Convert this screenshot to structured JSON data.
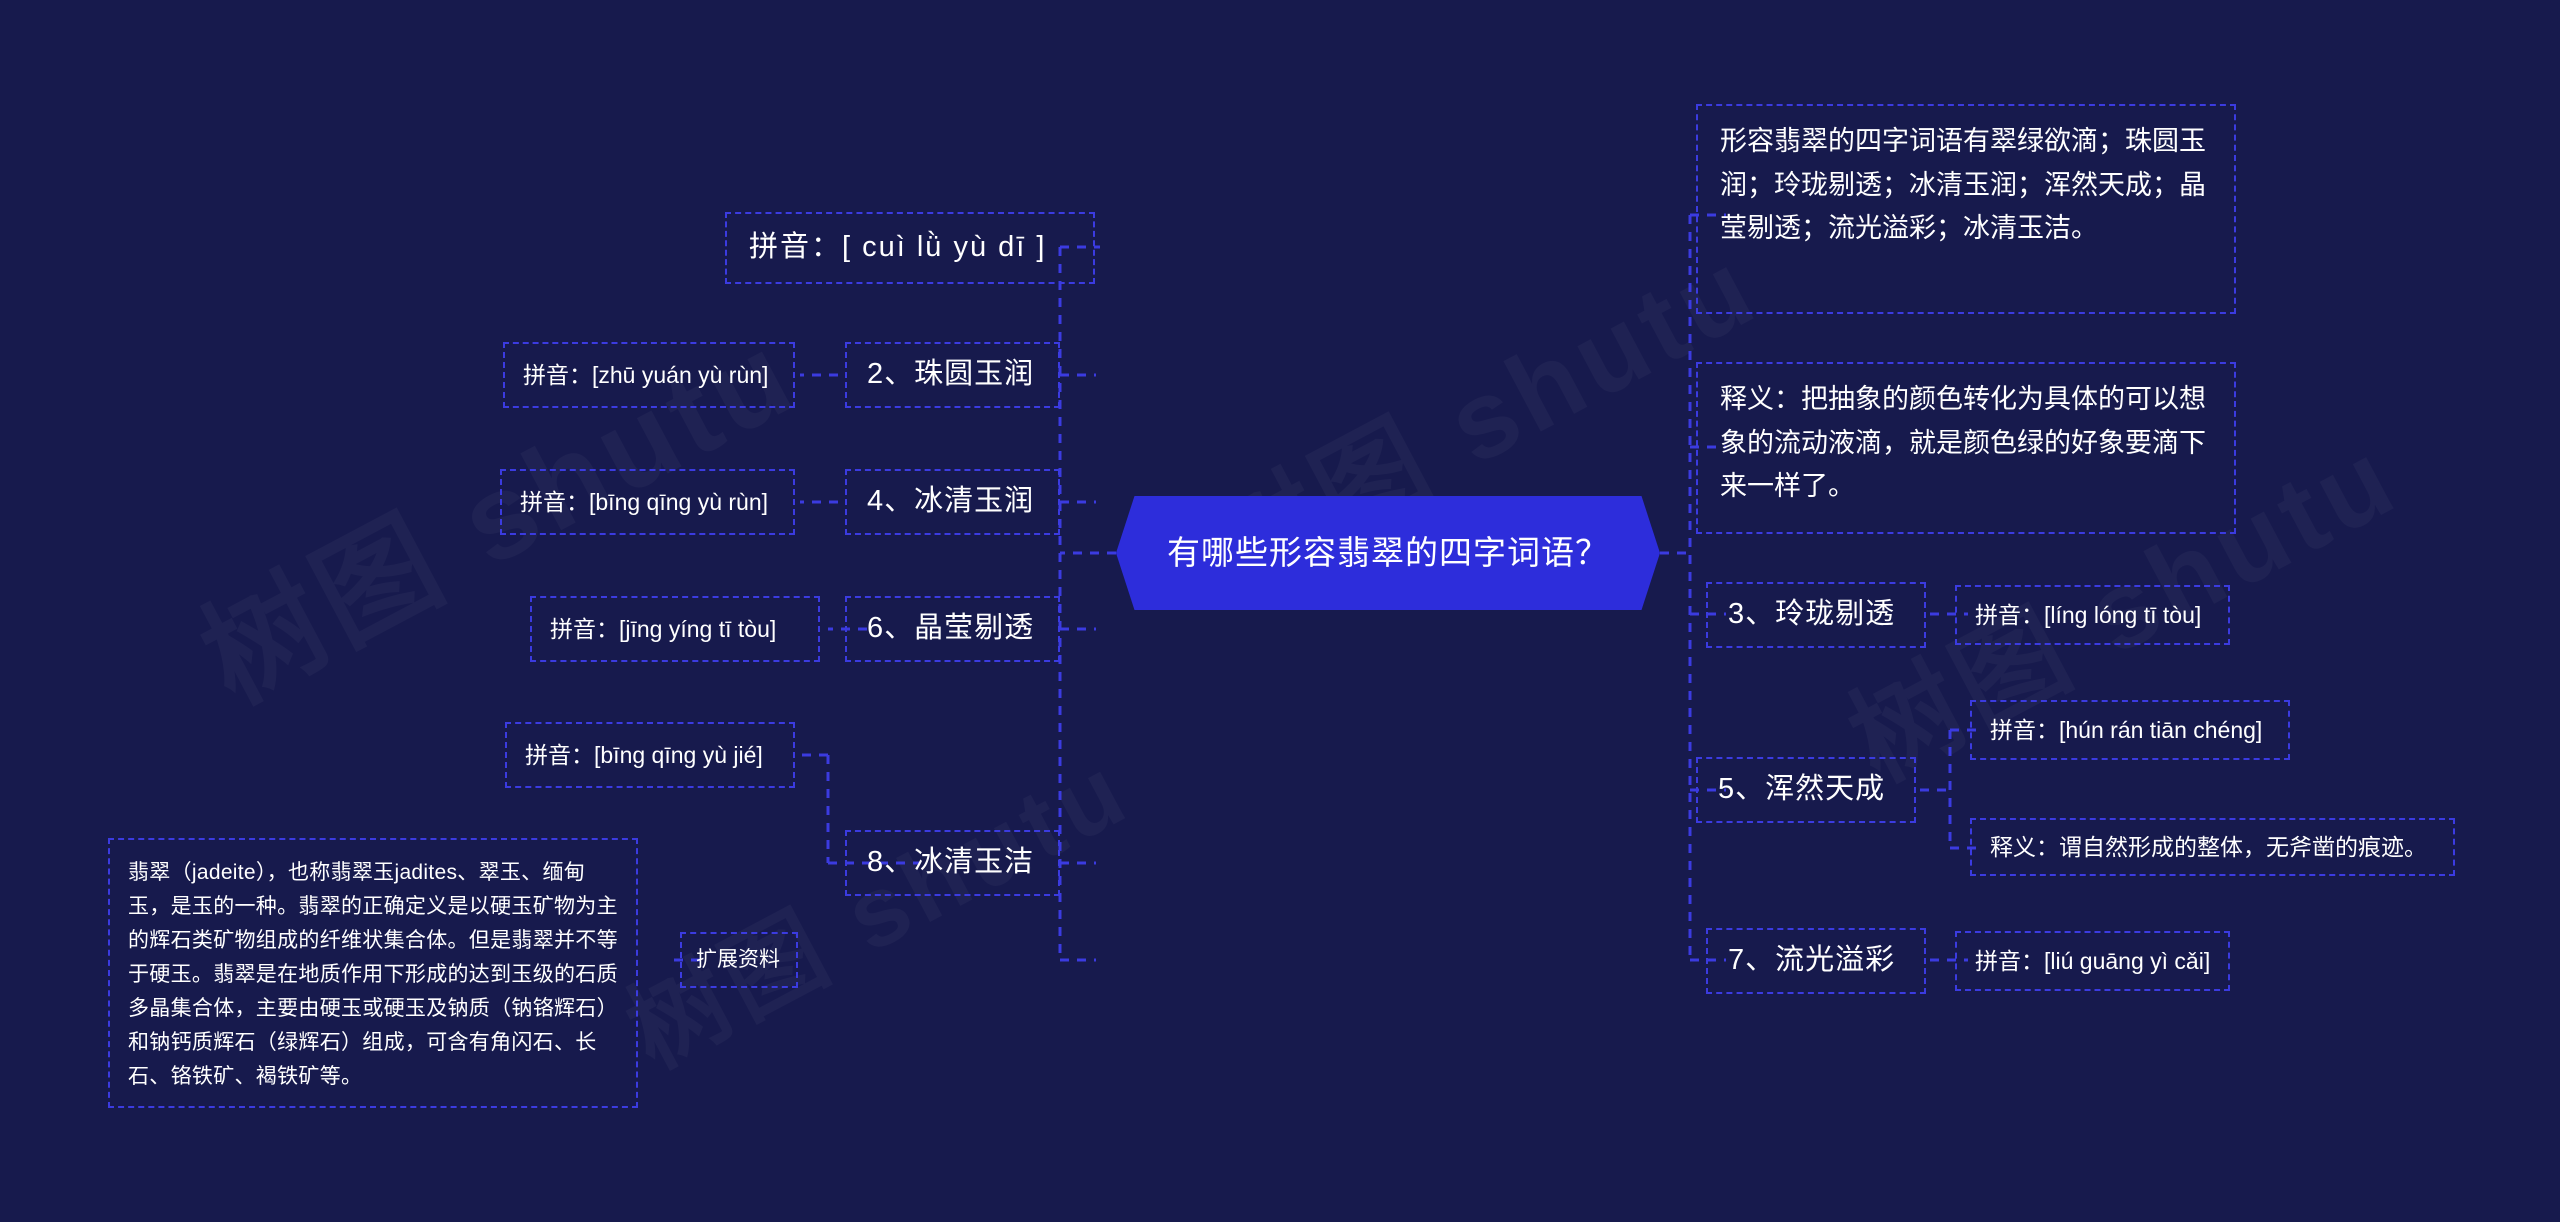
{
  "meta": {
    "background_color": "#171a4d",
    "accent_color": "#3b3be0",
    "central_node_color": "#2d2ddb",
    "text_color": "#ffffff",
    "watermark_text": "树图 shutu"
  },
  "central": {
    "label": "有哪些形容翡翠的四字词语？"
  },
  "branches": {
    "left": [
      {
        "id": "cui-lv-yu-di-pinyin",
        "label": "拼音：[ cuì lǜ yù dī ]"
      },
      {
        "id": "zhu-yuan-yu-run-pinyin",
        "label": "拼音：[zhū yuán yù rùn]"
      },
      {
        "id": "zhu-yuan-yu-run",
        "label": "2、珠圆玉润"
      },
      {
        "id": "bing-qing-yu-run-pinyin",
        "label": "拼音：[bīng qīng yù rùn]"
      },
      {
        "id": "bing-qing-yu-run",
        "label": "4、冰清玉润"
      },
      {
        "id": "jing-ying-ti-tou-pinyin",
        "label": "拼音：[jīng yíng tī tòu]"
      },
      {
        "id": "jing-ying-ti-tou",
        "label": "6、晶莹剔透"
      },
      {
        "id": "bing-qing-yu-jie-pinyin",
        "label": "拼音：[bīng qīng yù jié]"
      },
      {
        "id": "bing-qing-yu-jie",
        "label": "8、冰清玉洁"
      },
      {
        "id": "extended-material",
        "label": "扩展资料"
      },
      {
        "id": "jadeite-paragraph",
        "label": "翡翠（jadeite），也称翡翠玉jadites、翠玉、缅甸玉，是玉的一种。翡翠的正确定义是以硬玉矿物为主的辉石类矿物组成的纤维状集合体。但是翡翠并不等于硬玉。翡翠是在地质作用下形成的达到玉级的石质多晶集合体，主要由硬玉或硬玉及钠质（钠铬辉石）和钠钙质辉石（绿辉石）组成，可含有角闪石、长石、铬铁矿、褐铁矿等。"
      }
    ],
    "right": [
      {
        "id": "summary-words",
        "label": "形容翡翠的四字词语有翠绿欲滴；珠圆玉润；玲珑剔透；冰清玉润；浑然天成；晶莹剔透；流光溢彩；冰清玉洁。"
      },
      {
        "id": "cui-lv-yu-di-meaning",
        "label": "释义：把抽象的颜色转化为具体的可以想象的流动液滴，就是颜色绿的好象要滴下来一样了。"
      },
      {
        "id": "ling-long-ti-tou",
        "label": "3、玲珑剔透"
      },
      {
        "id": "ling-long-ti-tou-pinyin",
        "label": "拼音：[líng lóng tī tòu]"
      },
      {
        "id": "hun-ran-tian-cheng",
        "label": "5、浑然天成"
      },
      {
        "id": "hun-ran-tian-cheng-pinyin",
        "label": "拼音：[hún rán tiān chéng]"
      },
      {
        "id": "hun-ran-tian-cheng-meaning",
        "label": "释义：谓自然形成的整体，无斧凿的痕迹。"
      },
      {
        "id": "liu-guang-yi-cai",
        "label": "7、流光溢彩"
      },
      {
        "id": "liu-guang-yi-cai-pinyin",
        "label": "拼音：[liú guāng yì cǎi]"
      }
    ]
  }
}
